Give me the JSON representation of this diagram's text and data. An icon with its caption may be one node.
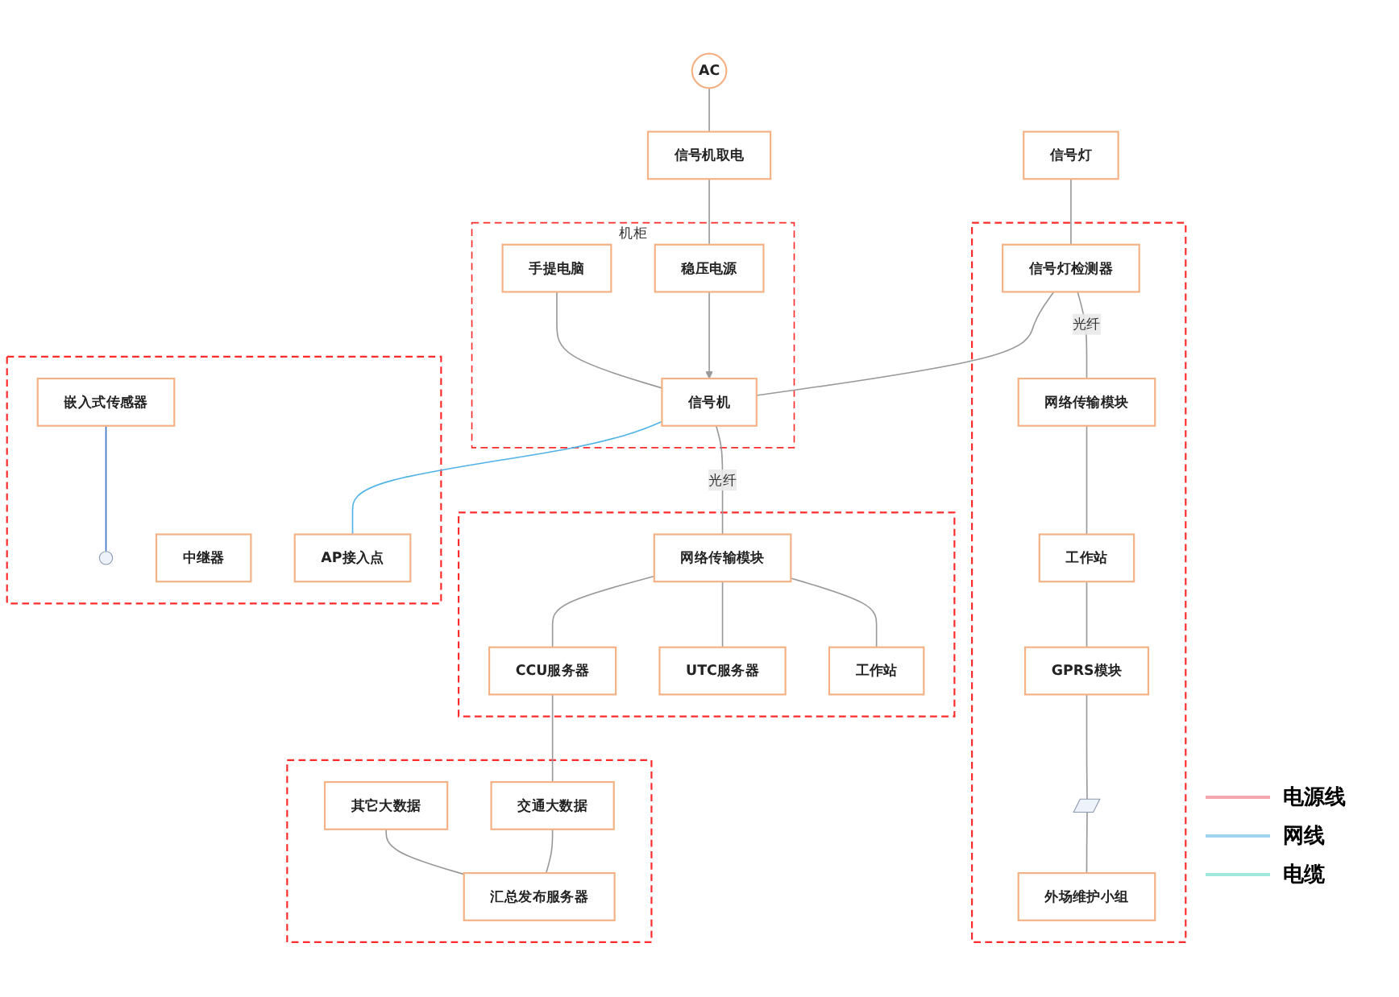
{
  "diagram": {
    "nodes": [
      {
        "text": [
          "AC"
        ]
      },
      {
        "text": [
          "信号机取电"
        ]
      },
      {
        "text": [
          "信号灯"
        ]
      },
      {
        "text": [],
        "shape": "box"
      },
      {
        "text": [
          "网络传输模块"
        ],
        "in": 3
      },
      {
        "text": [
          "信号灯检测器"
        ],
        "in": 3
      },
      {
        "text": [
          "工作站"
        ],
        "in": 3
      },
      {
        "text": [
          "GPRS模块"
        ],
        "in": 3
      },
      {
        "text": [],
        "shape": "picture",
        "in": 3
      },
      {
        "text": [
          "外场维护小组"
        ],
        "in": 3
      },
      {
        "text": [
          "机柜"
        ]
      },
      {
        "text": [
          "手提电脑"
        ],
        "in": 10
      },
      {
        "text": [
          "稳压电源"
        ],
        "in": 10
      },
      {
        "text": [
          "信号机"
        ],
        "in": 10
      },
      {
        "text": [],
        "shape": "box"
      },
      {
        "text": [
          "网络传输模块"
        ],
        "in": 14
      },
      {
        "text": [
          "工作站"
        ],
        "in": 14
      },
      {
        "text": [
          "UTC服务器"
        ],
        "in": 14
      },
      {
        "text": [
          "CCU服务器"
        ],
        "in": 14
      },
      {
        "text": [],
        "shape": "box"
      },
      {
        "text": [
          "其它大数据"
        ],
        "in": 19
      },
      {
        "text": [
          "交通大数据"
        ],
        "in": 19
      },
      {
        "text": [
          "汇总发布服务器"
        ],
        "in": 19
      },
      {
        "text": [],
        "shape": "box"
      },
      {
        "text": [
          "嵌入式传感器"
        ],
        "in": 23
      },
      {
        "text": [
          "AP接入点"
        ],
        "in": 23
      },
      {
        "text": [
          "中继器"
        ],
        "in": 23
      },
      {
        "text": [],
        "shape": "circle",
        "in": 23
      }
    ],
    "edges": [
      {
        "from": 0,
        "to": 1,
        "arrow": "none"
      },
      {
        "from": 1,
        "to": 12,
        "arrow": "none"
      },
      {
        "from": 12,
        "to": 13,
        "arrow": "to"
      },
      {
        "from": 2,
        "to": 5,
        "arrow": "none"
      },
      {
        "from": 5,
        "to": 4,
        "arrow": "none",
        "label": "光纤"
      },
      {
        "from": 5,
        "to": 13,
        "arrow": "none"
      },
      {
        "from": 11,
        "to": 13,
        "arrow": "none"
      },
      {
        "from": 13,
        "to": 15,
        "arrow": "none",
        "label": "光纤"
      },
      {
        "from": 15,
        "to": 16,
        "arrow": "none"
      },
      {
        "from": 15,
        "to": 17,
        "arrow": "none"
      },
      {
        "from": 15,
        "to": 18,
        "arrow": "none"
      },
      {
        "from": 18,
        "to": 21,
        "arrow": "none"
      },
      {
        "from": 20,
        "to": 22,
        "arrow": "none"
      },
      {
        "from": 21,
        "to": 22,
        "arrow": "none"
      },
      {
        "from": 4,
        "to": 6,
        "arrow": "none"
      },
      {
        "from": 6,
        "to": 7,
        "arrow": "none"
      },
      {
        "from": 7,
        "to": 8,
        "arrow": "none"
      },
      {
        "from": 8,
        "to": 9,
        "arrow": "none"
      },
      {
        "from": 13,
        "to": 25,
        "arrow": "none",
        "color": "#4fb3e8"
      },
      {
        "from": 24,
        "to": 27,
        "arrow": "none",
        "color": "#3a6fc4"
      }
    ],
    "legend": [
      {
        "text": "电源线"
      },
      {
        "text": "网线"
      },
      {
        "text": "电缆"
      }
    ]
  }
}
